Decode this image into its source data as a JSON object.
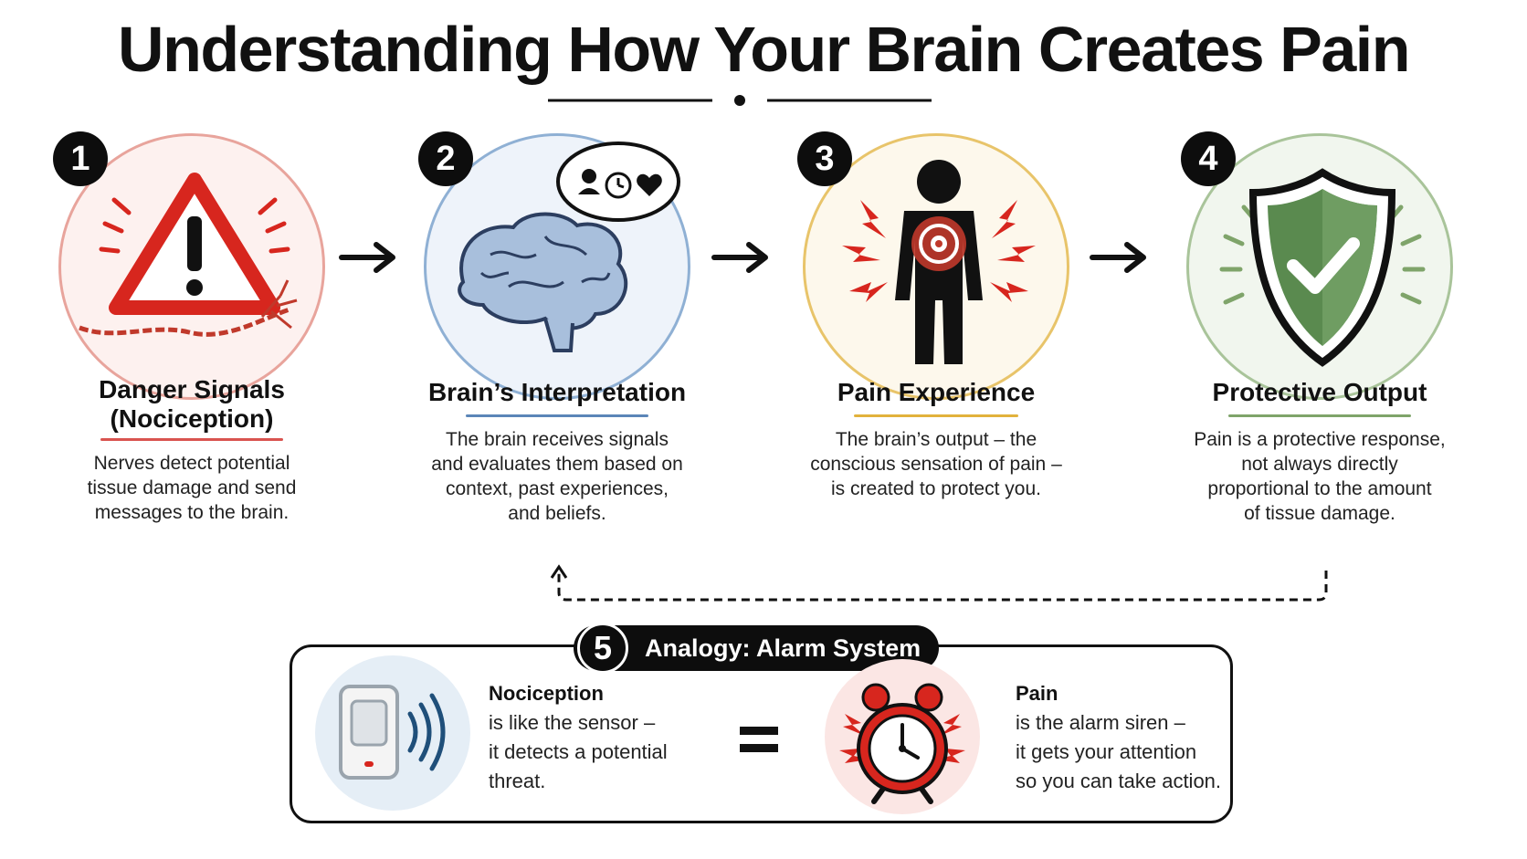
{
  "title": "Understanding How Your Brain Creates Pain",
  "colors": {
    "step1_accent": "#d9534f",
    "step2_accent": "#5b86b8",
    "step3_accent": "#e2b23c",
    "step4_accent": "#7fa46a",
    "dark": "#0d0d0d",
    "alarm_red": "#d7261e",
    "shield_green": "#5a8a4f"
  },
  "steps": [
    {
      "number": "1",
      "heading_line1": "Danger Signals",
      "heading_line2": "(Nociception)",
      "desc_lines": [
        "Nerves detect potential",
        "tissue damage and send",
        "messages to the brain."
      ],
      "icon": "warning-triangle-icon"
    },
    {
      "number": "2",
      "heading_line1": "Brain’s Interpretation",
      "desc_lines": [
        "The brain receives signals",
        "and evaluates them based on",
        "context, past experiences,",
        "and beliefs."
      ],
      "icon": "brain-icon"
    },
    {
      "number": "3",
      "heading_line1": "Pain Experience",
      "desc_lines": [
        "The brain’s output – the",
        "conscious sensation of pain –",
        "is created to protect you."
      ],
      "icon": "body-pain-icon"
    },
    {
      "number": "4",
      "heading_line1": "Protective Output",
      "desc_lines": [
        "Pain is a protective response,",
        "not always directly",
        "proportional to the amount",
        "of tissue damage."
      ],
      "icon": "shield-check-icon"
    }
  ],
  "analogy": {
    "number": "5",
    "title": "Analogy: Alarm System",
    "left": {
      "head": "Nociception",
      "lines": [
        "is like the sensor –",
        "it detects a potential",
        "threat."
      ],
      "icon": "motion-sensor-icon"
    },
    "equals": "=",
    "right": {
      "head": "Pain",
      "lines": [
        "is the alarm siren –",
        "it gets your attention",
        "so you can take action."
      ],
      "icon": "alarm-clock-icon"
    }
  }
}
